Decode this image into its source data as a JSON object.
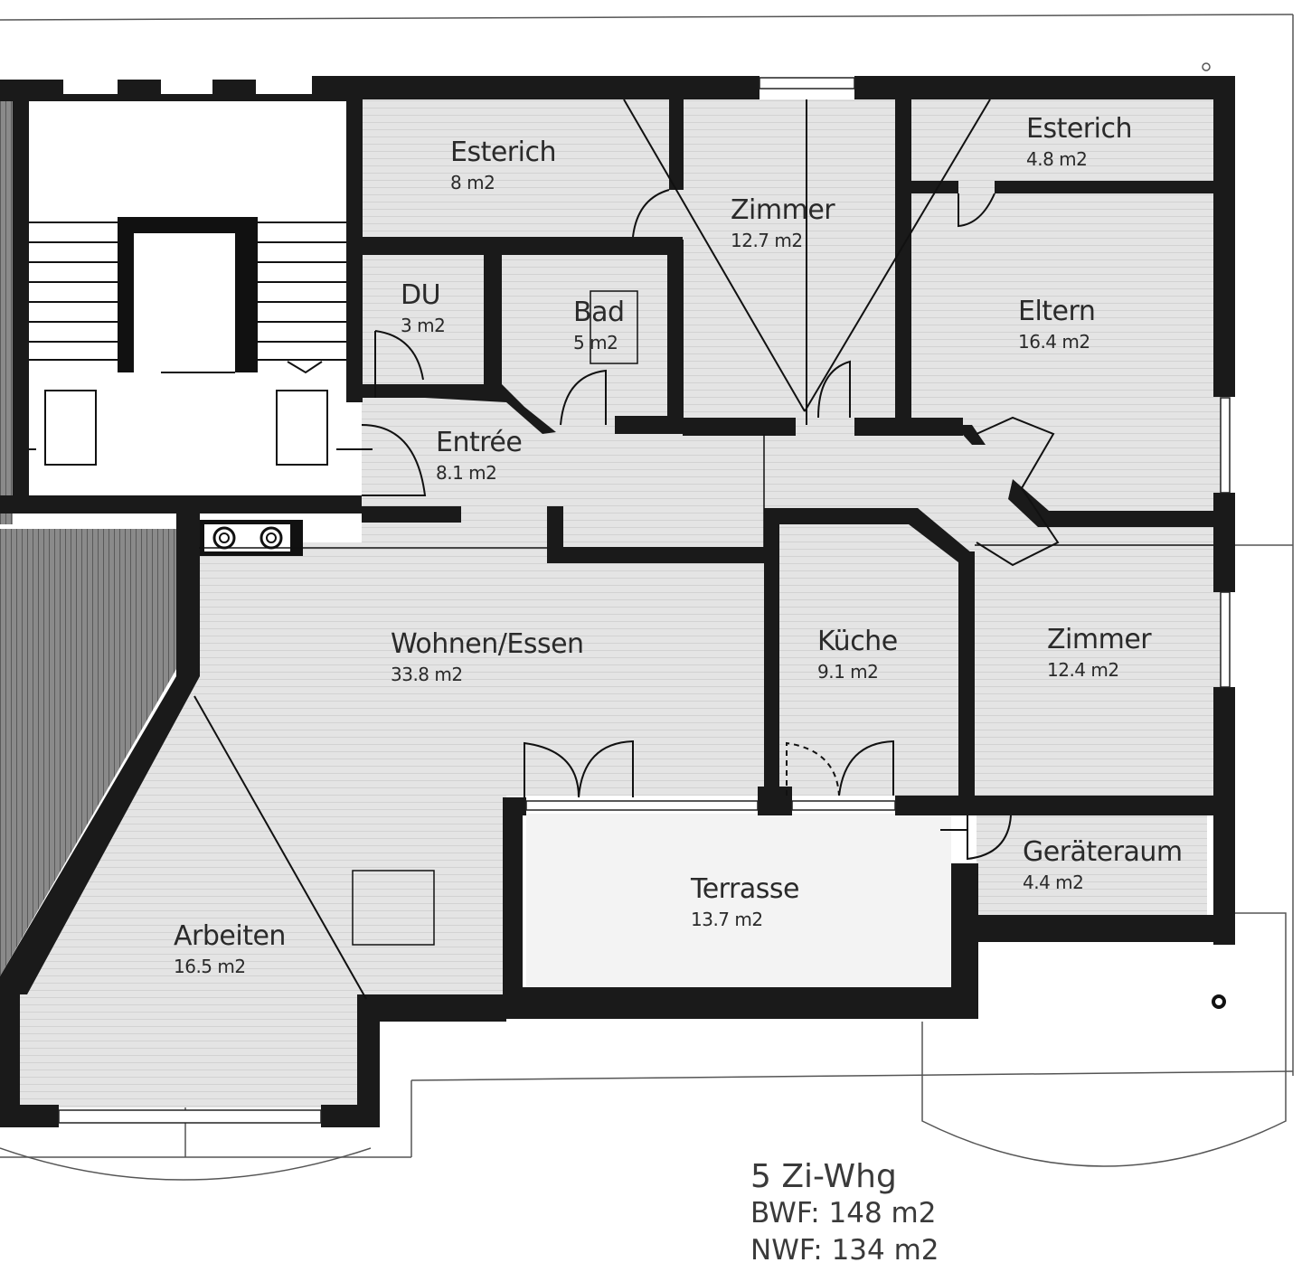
{
  "plan": {
    "title": "5 Zi-Whg",
    "bwf": "BWF: 148 m2",
    "nwf": "NWF: 134 m2",
    "colors": {
      "wall": "#1a1a1a",
      "room_fill": "#e6e6e6",
      "terrace_fill": "#f4f4f4",
      "hatch": "#6e6e6e",
      "background": "#ffffff"
    }
  },
  "rooms": [
    {
      "id": "esterich-1",
      "name": "Esterich",
      "area": "8 m2"
    },
    {
      "id": "zimmer-1",
      "name": "Zimmer",
      "area": "12.7 m2"
    },
    {
      "id": "esterich-2",
      "name": "Esterich",
      "area": "4.8 m2"
    },
    {
      "id": "du",
      "name": "DU",
      "area": "3 m2"
    },
    {
      "id": "bad",
      "name": "Bad",
      "area": "5 m2"
    },
    {
      "id": "eltern",
      "name": "Eltern",
      "area": "16.4 m2"
    },
    {
      "id": "entree",
      "name": "Entrée",
      "area": "8.1 m2"
    },
    {
      "id": "wohnen",
      "name": "Wohnen/Essen",
      "area": "33.8 m2"
    },
    {
      "id": "kueche",
      "name": "Küche",
      "area": "9.1 m2"
    },
    {
      "id": "zimmer-2",
      "name": "Zimmer",
      "area": "12.4 m2"
    },
    {
      "id": "geraeteraum",
      "name": "Geräteraum",
      "area": "4.4 m2"
    },
    {
      "id": "terrasse",
      "name": "Terrasse",
      "area": "13.7 m2"
    },
    {
      "id": "arbeiten",
      "name": "Arbeiten",
      "area": "16.5 m2"
    }
  ]
}
